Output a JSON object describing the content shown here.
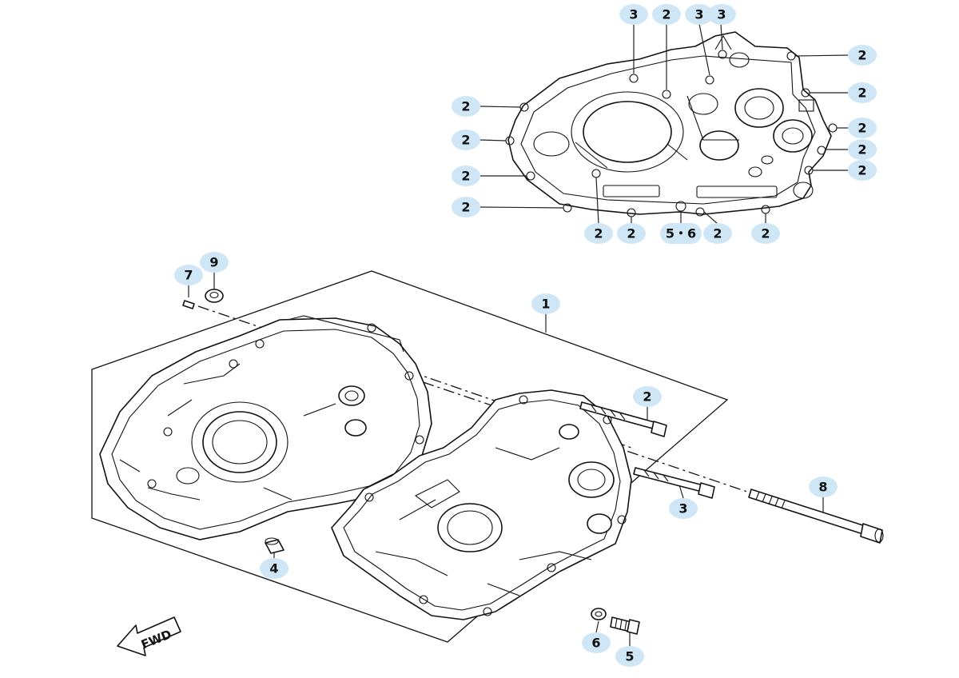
{
  "diagram": {
    "direction_arrow": {
      "label": "FWD",
      "icon": "forward-arrow-icon"
    },
    "bubble_color": "#cfe6f7",
    "callouts": [
      {
        "id": "c-top-3a",
        "label": "3"
      },
      {
        "id": "c-top-2a",
        "label": "2"
      },
      {
        "id": "c-top-3b",
        "label": "3"
      },
      {
        "id": "c-top-3c",
        "label": "3"
      },
      {
        "id": "c-r-2a",
        "label": "2"
      },
      {
        "id": "c-r-2b",
        "label": "2"
      },
      {
        "id": "c-r-2c",
        "label": "2"
      },
      {
        "id": "c-r-2d",
        "label": "2"
      },
      {
        "id": "c-r-2e",
        "label": "2"
      },
      {
        "id": "c-l-2a",
        "label": "2"
      },
      {
        "id": "c-l-2b",
        "label": "2"
      },
      {
        "id": "c-l-2c",
        "label": "2"
      },
      {
        "id": "c-l-2d",
        "label": "2"
      },
      {
        "id": "c-b-2a",
        "label": "2"
      },
      {
        "id": "c-b-2b",
        "label": "2"
      },
      {
        "id": "c-b-56",
        "label": "5・6"
      },
      {
        "id": "c-b-2c",
        "label": "2"
      },
      {
        "id": "c-b-2d",
        "label": "2"
      },
      {
        "id": "c-1",
        "label": "1"
      },
      {
        "id": "c-7",
        "label": "7"
      },
      {
        "id": "c-9",
        "label": "9"
      },
      {
        "id": "c-2",
        "label": "2"
      },
      {
        "id": "c-3",
        "label": "3"
      },
      {
        "id": "c-8",
        "label": "8"
      },
      {
        "id": "c-4",
        "label": "4"
      },
      {
        "id": "c-6",
        "label": "6"
      },
      {
        "id": "c-5",
        "label": "5"
      }
    ]
  }
}
